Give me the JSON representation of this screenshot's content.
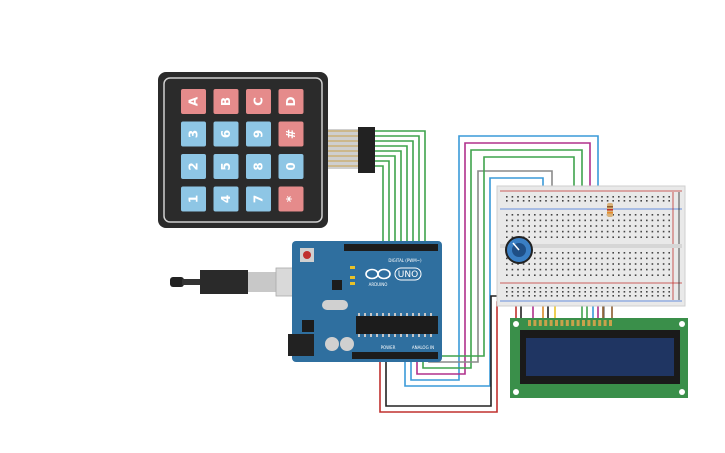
{
  "keypad": {
    "rows": [
      [
        {
          "label": "A",
          "color": "#e58b8b"
        },
        {
          "label": "B",
          "color": "#e58b8b"
        },
        {
          "label": "C",
          "color": "#e58b8b"
        },
        {
          "label": "D",
          "color": "#e58b8b"
        }
      ],
      [
        {
          "label": "3",
          "color": "#8ec6e5"
        },
        {
          "label": "6",
          "color": "#8ec6e5"
        },
        {
          "label": "9",
          "color": "#8ec6e5"
        },
        {
          "label": "#",
          "color": "#e58b8b"
        }
      ],
      [
        {
          "label": "2",
          "color": "#8ec6e5"
        },
        {
          "label": "5",
          "color": "#8ec6e5"
        },
        {
          "label": "8",
          "color": "#8ec6e5"
        },
        {
          "label": "0",
          "color": "#8ec6e5"
        }
      ],
      [
        {
          "label": "1",
          "color": "#8ec6e5"
        },
        {
          "label": "4",
          "color": "#8ec6e5"
        },
        {
          "label": "7",
          "color": "#8ec6e5"
        },
        {
          "label": "*",
          "color": "#e58b8b"
        }
      ]
    ]
  },
  "arduino": {
    "brand": "ARDUINO",
    "model": "UNO",
    "digital_label": "DIGITAL (PWM~)",
    "power_label": "POWER",
    "analog_label": "ANALOG IN",
    "icon": "infinity-logo-icon"
  },
  "colors": {
    "board": "#2f6f9f",
    "breadboard": "#e9e9e9",
    "lcd_pcb": "#3a8f4a",
    "lcd_screen": "#1f3562",
    "keypad_body": "#2b2b2b",
    "wire_green": "#3fa34d",
    "wire_magenta": "#b0308c",
    "wire_blue": "#3a9ad9",
    "wire_red": "#c0302e",
    "wire_black": "#222222",
    "wire_grey": "#8a8a8a",
    "wire_yellow": "#e8c22a",
    "wire_brown": "#8a5a2b"
  }
}
